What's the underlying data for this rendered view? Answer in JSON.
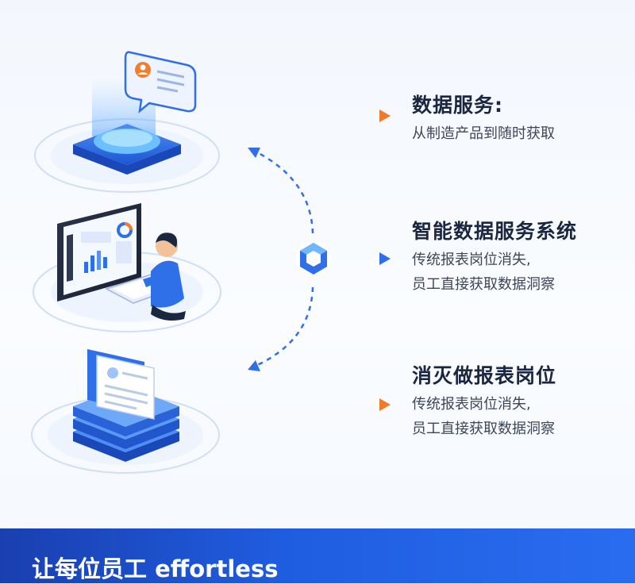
{
  "nodes": [
    {
      "title": "数据服务:",
      "lines": [
        "从制造产品到随时获取"
      ]
    },
    {
      "title": "智能数据服务系统",
      "lines": [
        "传统报表岗位消失,",
        "员工直接获取数据洞察"
      ]
    },
    {
      "title": "消灭做报表岗位",
      "lines": [
        "传统报表岗位消失,",
        "员工直接获取数据洞察"
      ]
    }
  ],
  "footer": {
    "text": "让每位员工 effortless"
  },
  "colors": {
    "orange": "#f07a2a",
    "blue": "#2f6fe8",
    "footer": "#1f5de0"
  }
}
